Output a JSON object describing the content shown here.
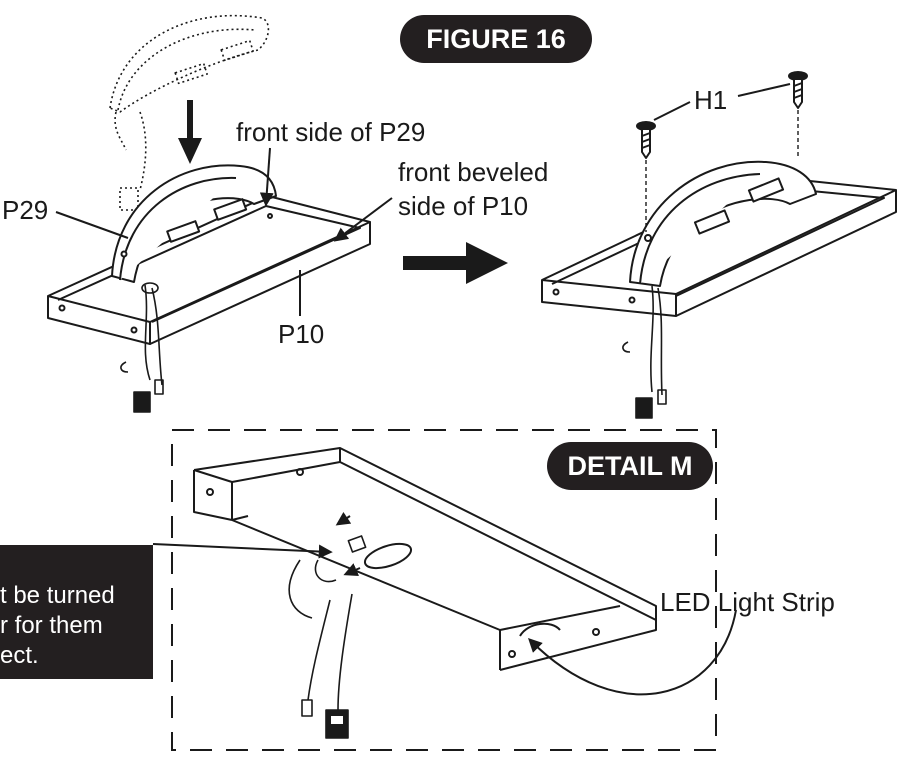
{
  "figure_title": "FIGURE 16",
  "detail_title": "DETAIL M",
  "labels": {
    "p29": "P29",
    "front_side_p29": "front side of P29",
    "front_beveled_line1": "front beveled",
    "front_beveled_line2": "side of P10",
    "p10": "P10",
    "h1": "H1",
    "led_strip": "LED Light Strip"
  },
  "note": {
    "line1": "t be turned",
    "line2": "r for them",
    "line3": "ect."
  },
  "colors": {
    "ink": "#1a1a1a",
    "badge_bg": "#231f20",
    "badge_text": "#ffffff",
    "paper": "#ffffff"
  }
}
